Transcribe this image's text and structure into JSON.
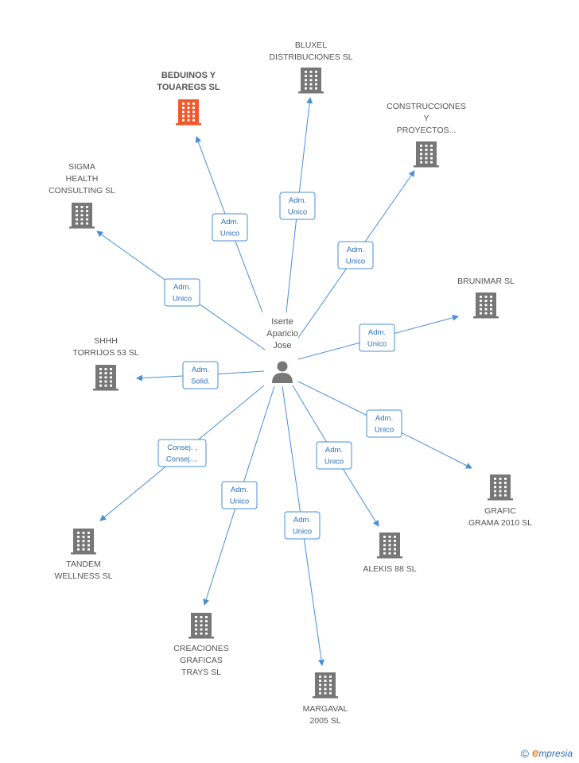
{
  "center": {
    "label_lines": [
      "Iserte",
      "Aparicio",
      "Jose"
    ],
    "icon": "person-icon",
    "color": "#777777"
  },
  "colors": {
    "edge": "#4a8fd6",
    "building": "#777777",
    "highlight": "#f4582a"
  },
  "nodes": [
    {
      "id": "beduinos",
      "label_lines": [
        "BEDUINOS Y",
        "TOUAREGS SL"
      ],
      "highlight": true,
      "icon": "building-icon",
      "relation_lines": [
        "Adm.",
        "Unico"
      ]
    },
    {
      "id": "bluxel",
      "label_lines": [
        "BLUXEL",
        "DISTRIBUCIONES SL"
      ],
      "highlight": false,
      "icon": "building-icon",
      "relation_lines": [
        "Adm.",
        "Unico"
      ]
    },
    {
      "id": "construcciones",
      "label_lines": [
        "CONSTRUCCIONES",
        "Y",
        "PROYECTOS..."
      ],
      "highlight": false,
      "icon": "building-icon",
      "relation_lines": [
        "Adm.",
        "Unico"
      ]
    },
    {
      "id": "sigma",
      "label_lines": [
        "SIGMA",
        "HEALTH",
        "CONSULTING SL"
      ],
      "highlight": false,
      "icon": "building-icon",
      "relation_lines": [
        "Adm.",
        "Unico"
      ]
    },
    {
      "id": "brunimar",
      "label_lines": [
        "BRUNIMAR SL"
      ],
      "highlight": false,
      "icon": "building-icon",
      "relation_lines": [
        "Adm.",
        "Unico"
      ]
    },
    {
      "id": "shhh",
      "label_lines": [
        "SHHH",
        "TORRIJOS 53  SL"
      ],
      "highlight": false,
      "icon": "building-icon",
      "relation_lines": [
        "Adm.",
        "Solid."
      ]
    },
    {
      "id": "grafic",
      "label_lines": [
        "GRAFIC",
        "GRAMA 2010  SL"
      ],
      "highlight": false,
      "icon": "building-icon",
      "relation_lines": [
        "Adm.",
        "Unico"
      ]
    },
    {
      "id": "tandem",
      "label_lines": [
        "TANDEM",
        "WELLNESS SL"
      ],
      "highlight": false,
      "icon": "building-icon",
      "relation_lines": [
        "Consej. ,",
        "Consej...."
      ]
    },
    {
      "id": "alekis",
      "label_lines": [
        "ALEKIS 88 SL"
      ],
      "highlight": false,
      "icon": "building-icon",
      "relation_lines": [
        "Adm.",
        "Unico"
      ]
    },
    {
      "id": "creaciones",
      "label_lines": [
        "CREACIONES",
        "GRAFICAS",
        "TRAYS  SL"
      ],
      "highlight": false,
      "icon": "building-icon",
      "relation_lines": [
        "Adm.",
        "Unico"
      ]
    },
    {
      "id": "margaval",
      "label_lines": [
        "MARGAVAL",
        "2005 SL"
      ],
      "highlight": false,
      "icon": "building-icon",
      "relation_lines": [
        "Adm.",
        "Unico"
      ]
    }
  ],
  "branding": {
    "copyright": "©",
    "initial": "e",
    "rest": "mpresia"
  }
}
